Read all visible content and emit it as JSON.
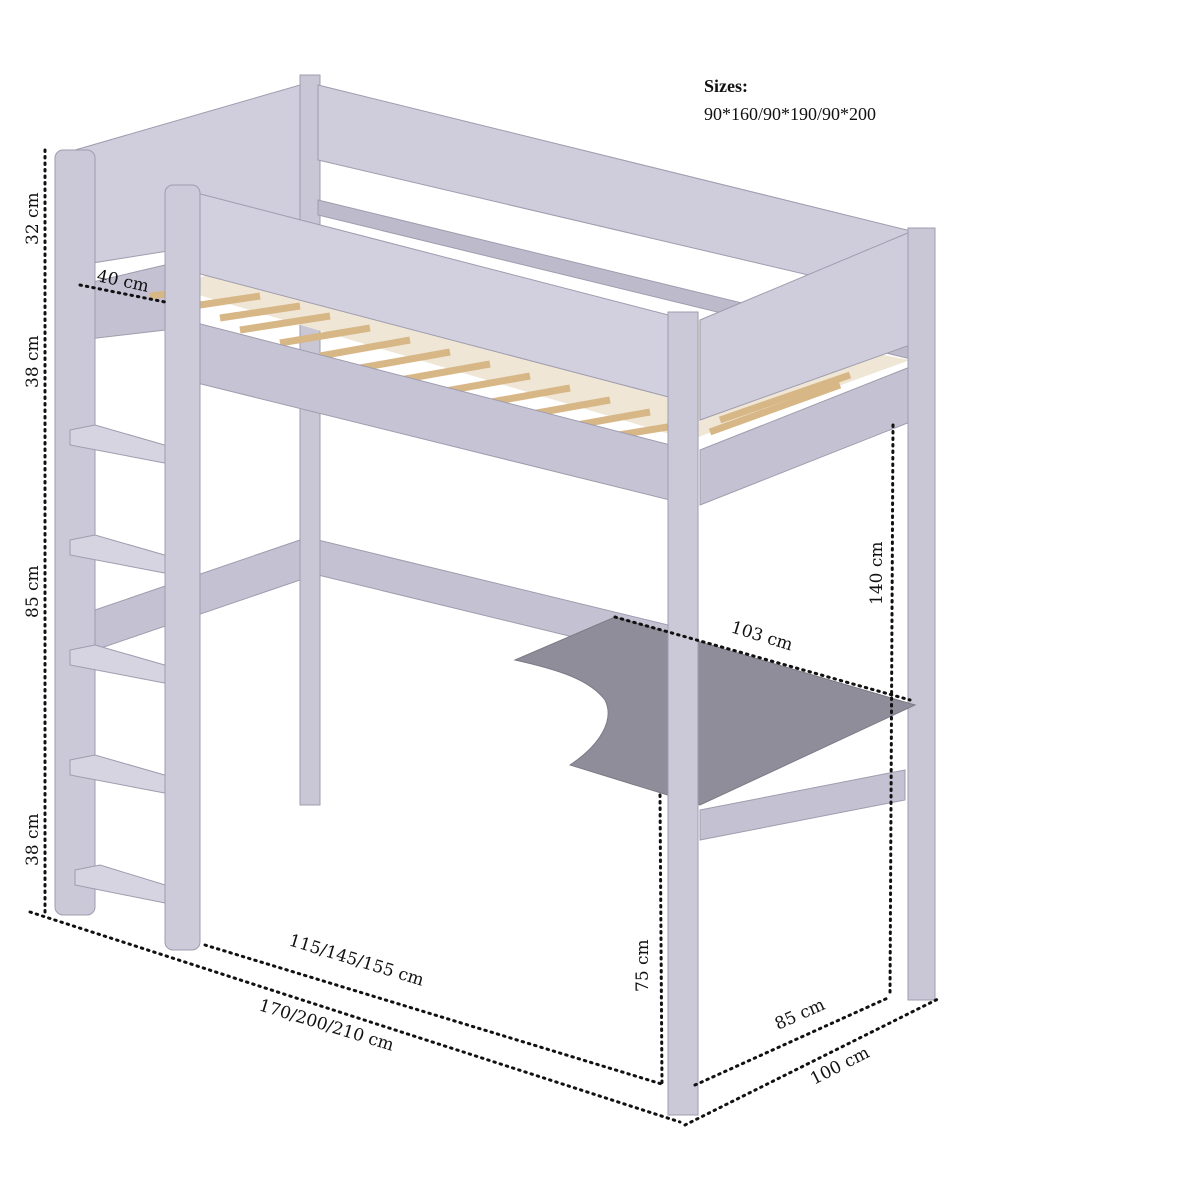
{
  "sizes_title": "Sizes:",
  "sizes_value": "90*160/90*190/90*200",
  "dimensions": {
    "guard_height": "32 cm",
    "bed_side_height": "38 cm",
    "under_bed_upper": "85 cm",
    "under_bed_lower": "38 cm",
    "ladder_opening": "40 cm",
    "underside_height": "140 cm",
    "desk_length": "103 cm",
    "desk_height": "75 cm",
    "inner_length": "115/145/155 cm",
    "total_length": "170/200/210 cm",
    "desk_depth": "85 cm",
    "total_width": "100 cm"
  },
  "colors": {
    "frame": "#c9c7d6",
    "frame_dark": "#b3b1c2",
    "desk": "#8f8d99",
    "slat": "#d8b787"
  }
}
